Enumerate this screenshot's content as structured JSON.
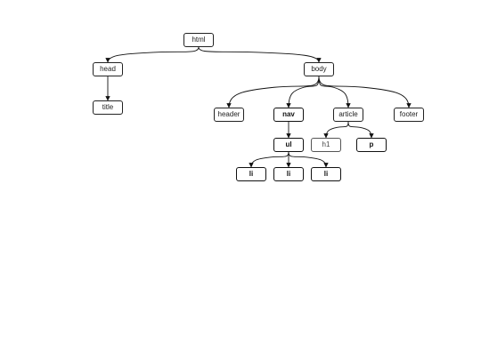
{
  "tree": {
    "nodes": [
      {
        "id": "html",
        "label": "html",
        "bold": false
      },
      {
        "id": "head",
        "label": "head",
        "bold": false
      },
      {
        "id": "title",
        "label": "title",
        "bold": false
      },
      {
        "id": "body",
        "label": "body",
        "bold": false
      },
      {
        "id": "header",
        "label": "header",
        "bold": false
      },
      {
        "id": "nav",
        "label": "nav",
        "bold": true
      },
      {
        "id": "article",
        "label": "article",
        "bold": false
      },
      {
        "id": "footer",
        "label": "footer",
        "bold": false
      },
      {
        "id": "ul",
        "label": "ul",
        "bold": true
      },
      {
        "id": "h1",
        "label": "h1",
        "bold": false
      },
      {
        "id": "p",
        "label": "p",
        "bold": true
      },
      {
        "id": "li1",
        "label": "li",
        "bold": true
      },
      {
        "id": "li2",
        "label": "li",
        "bold": true
      },
      {
        "id": "li3",
        "label": "li",
        "bold": true
      }
    ],
    "edges": [
      {
        "from": "html",
        "to": "head"
      },
      {
        "from": "html",
        "to": "body"
      },
      {
        "from": "head",
        "to": "title"
      },
      {
        "from": "body",
        "to": "header"
      },
      {
        "from": "body",
        "to": "nav"
      },
      {
        "from": "body",
        "to": "article"
      },
      {
        "from": "body",
        "to": "footer"
      },
      {
        "from": "nav",
        "to": "ul"
      },
      {
        "from": "article",
        "to": "h1"
      },
      {
        "from": "article",
        "to": "p"
      },
      {
        "from": "ul",
        "to": "li1"
      },
      {
        "from": "ul",
        "to": "li2"
      },
      {
        "from": "ul",
        "to": "li3"
      }
    ]
  }
}
